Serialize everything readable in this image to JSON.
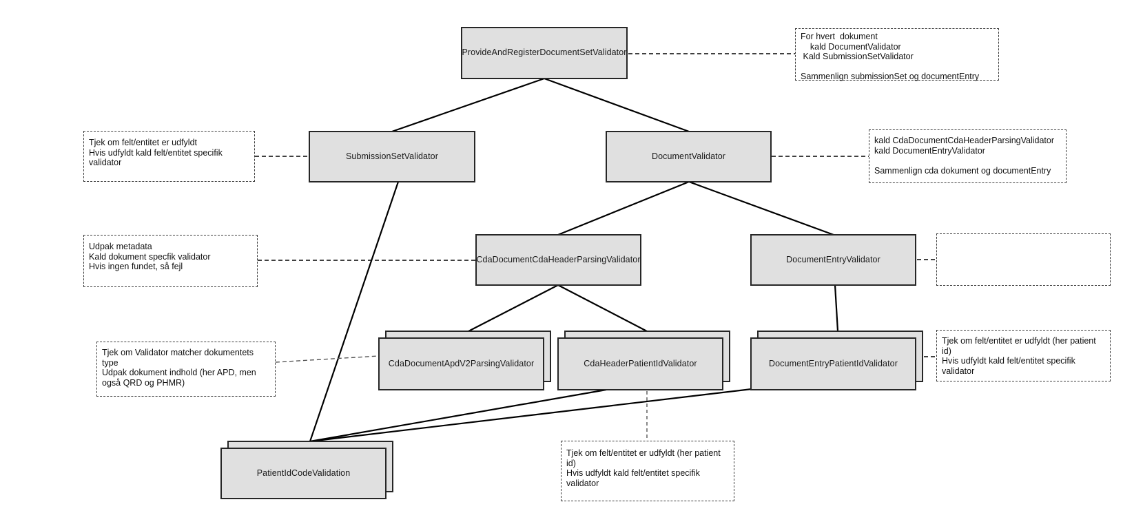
{
  "diagram": {
    "background": "#ffffff",
    "colors": {
      "box_fill": "#e0e0e0",
      "box_border": "#262626",
      "note_border": "#3a3a3a",
      "line_color": "#000000",
      "text_color": "#1a1a1a"
    },
    "nodes": {
      "provide_and_register": {
        "label": "ProvideAndRegisterDocumentSetValidator"
      },
      "submission_set": {
        "label": "SubmissionSetValidator"
      },
      "document_validator": {
        "label": "DocumentValidator"
      },
      "cda_document_cda_header_parsing": {
        "label": "CdaDocumentCdaHeaderParsingValidator"
      },
      "document_entry": {
        "label": "DocumentEntryValidator"
      },
      "cda_document_apdv2_parsing": {
        "label": "CdaDocumentApdV2ParsingValidator"
      },
      "cda_header_patient_id": {
        "label": "CdaHeaderPatientIdValidator"
      },
      "document_entry_patient_id": {
        "label": "DocumentEntryPatientIdValidator"
      },
      "patient_id_code_validation": {
        "label": "PatientIdCodeValidation"
      }
    },
    "notes": {
      "top_right": {
        "lines": [
          "For hvert  dokument",
          "    kald DocumentValidator",
          " Kald SubmissionSetValidator",
          "",
          "Sammenlign submissionSet og documentEntry"
        ]
      },
      "level2_left": {
        "lines": [
          "Tjek om felt/entitet er udfyldt",
          "Hvis udfyldt kald felt/entitet specifik validator"
        ]
      },
      "level2_right": {
        "lines": [
          "kald CdaDocumentCdaHeaderParsingValidator",
          "kald DocumentEntryValidator",
          "",
          "Sammenlign cda dokument og documentEntry"
        ]
      },
      "level3_left": {
        "lines": [
          "Udpak metadata",
          "Kald dokument specfik validator",
          "Hvis ingen fundet, så fejl"
        ]
      },
      "level3_right": {
        "lines": [
          "",
          "",
          ""
        ]
      },
      "level4_left": {
        "lines": [
          "Tjek om Validator matcher dokumentets type",
          "Udpak dokument indhold (her APD, men",
          "også QRD og PHMR)"
        ]
      },
      "level4_right": {
        "lines": [
          "Tjek om felt/entitet er udfyldt (her patient id)",
          "Hvis udfyldt kald felt/entitet specifik validator"
        ]
      },
      "bottom": {
        "lines": [
          "Tjek om felt/entitet er udfyldt (her patient id)",
          "Hvis udfyldt kald felt/entitet specifik validator"
        ]
      }
    }
  }
}
